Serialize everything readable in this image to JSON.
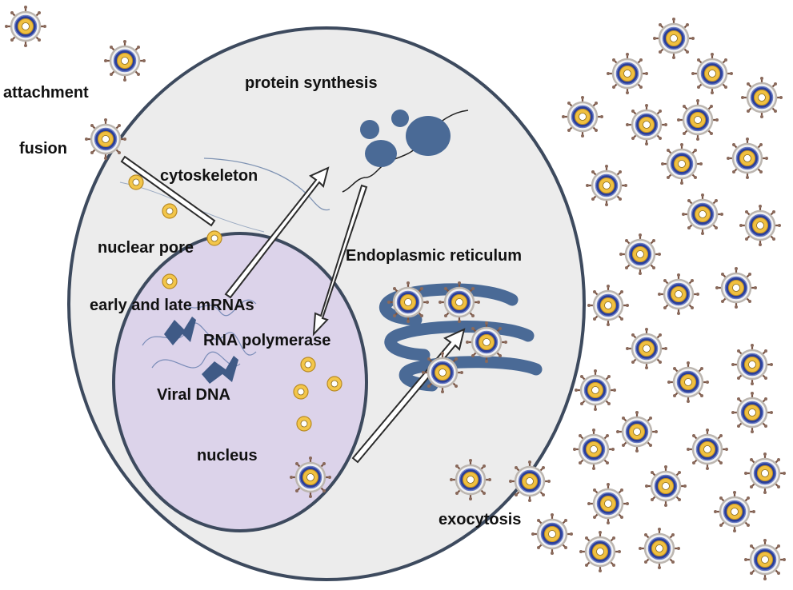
{
  "labels": {
    "attachment": "attachment",
    "fusion": "fusion",
    "cytoskeleton": "cytoskeleton",
    "nuclear_pore": "nuclear pore",
    "protein_synthesis": "protein synthesis",
    "endoplasmic_reticulum": "Endoplasmic reticulum",
    "mrnas": "early and late mRNAs",
    "rna_polymerase": "RNA polymerase",
    "viral_dna": "Viral DNA",
    "nucleus": "nucleus",
    "exocytosis": "exocytosis"
  },
  "colors": {
    "cell_fill": "#ececec",
    "cell_stroke": "#3d4a5e",
    "nucleus_fill": "#dcd3ea",
    "nucleus_stroke": "#3d4a5e",
    "organelle": "#4a6a96",
    "virion_core": "#f0c040",
    "virion_shell": "#2a3f9a"
  }
}
